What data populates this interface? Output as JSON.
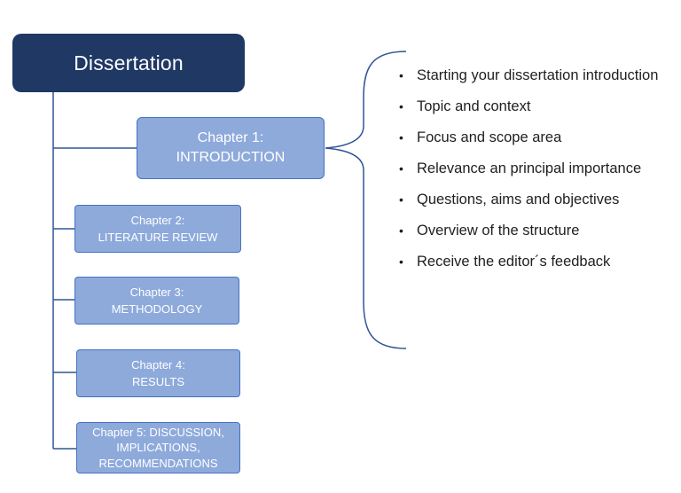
{
  "root": {
    "label": "Dissertation"
  },
  "chapters": [
    {
      "line1": "Chapter 1:",
      "line2": "INTRODUCTION"
    },
    {
      "line1": "Chapter 2:",
      "line2": "LITERATURE REVIEW"
    },
    {
      "line1": "Chapter 3:",
      "line2": "METHODOLOGY"
    },
    {
      "line1": "Chapter 4:",
      "line2": "RESULTS"
    },
    {
      "line1": "Chapter 5: DISCUSSION,",
      "line2": "IMPLICATIONS,",
      "line3": "RECOMMENDATIONS"
    }
  ],
  "introduction_points": [
    "Starting your dissertation introduction",
    "Topic and context",
    "Focus and scope area",
    "Relevance an principal importance",
    "Questions, aims and objectives",
    "Overview of the structure",
    "Receive the editor´s feedback"
  ],
  "colors": {
    "root_fill": "#1f3864",
    "chapter_fill": "#8eaadb",
    "chapter_border": "#4472c4",
    "connector": "#2f5597"
  }
}
